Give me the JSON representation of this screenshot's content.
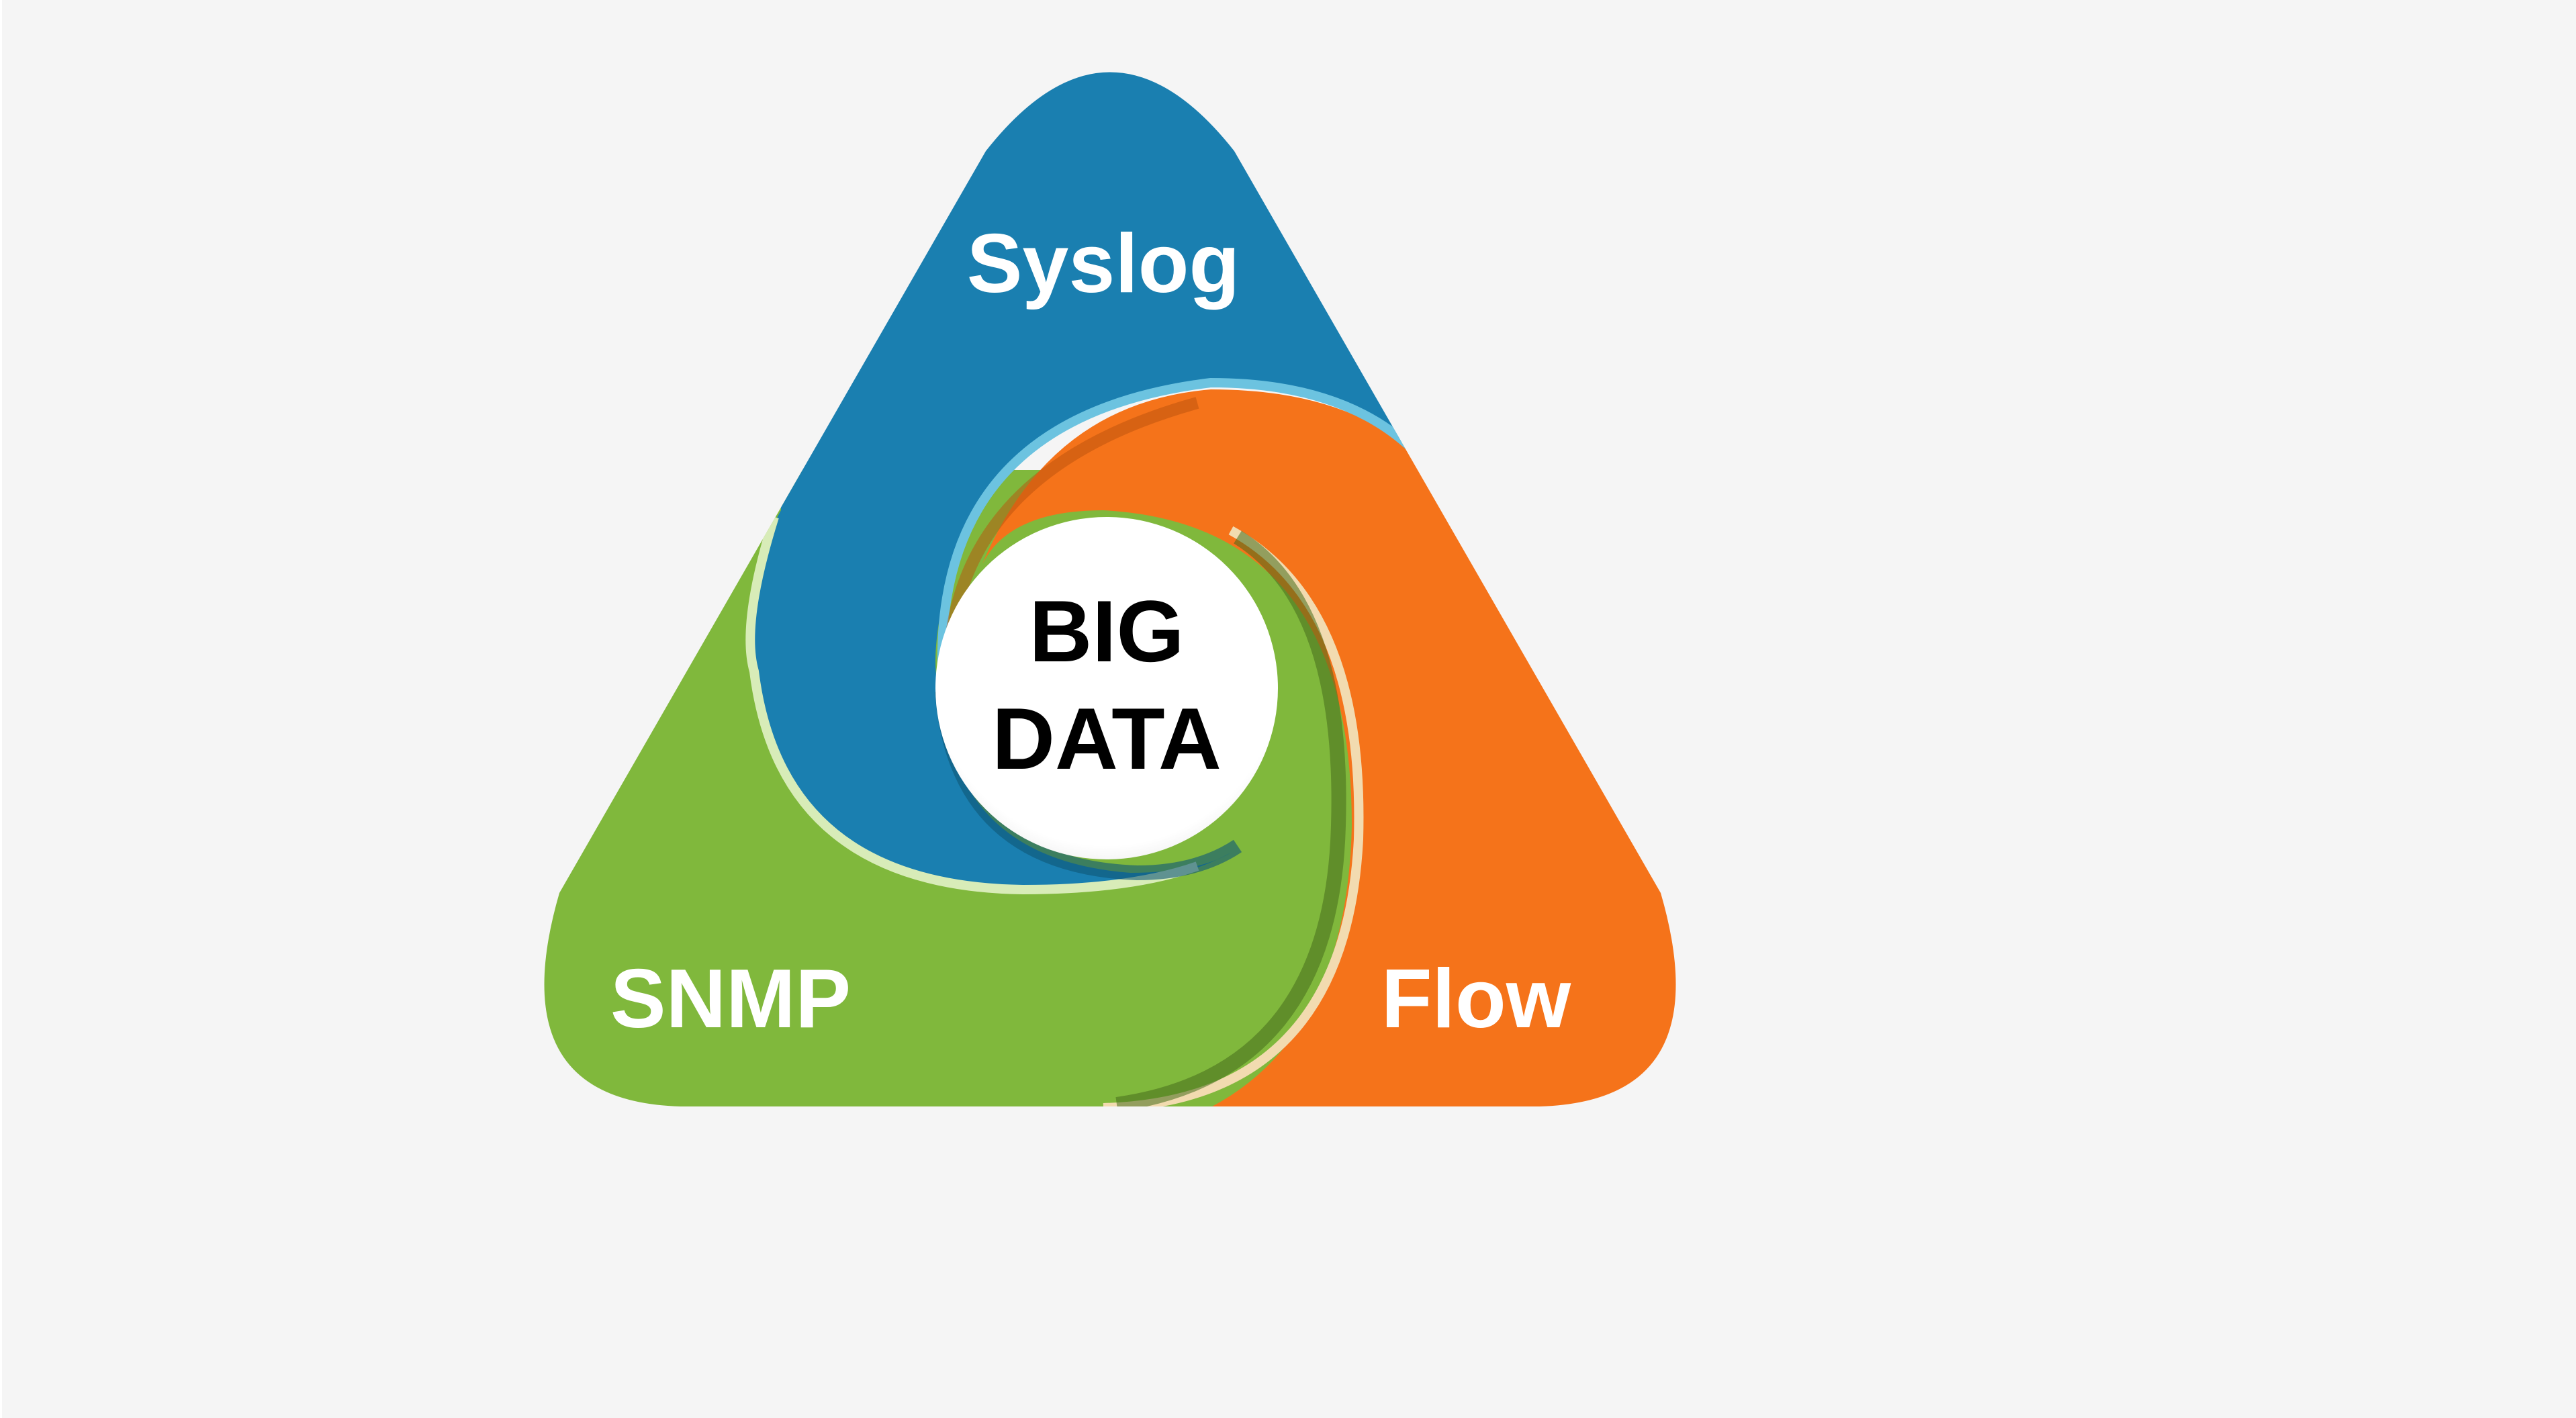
{
  "diagram": {
    "center": {
      "line1": "BIG",
      "line2": "DATA"
    },
    "segments": [
      {
        "id": "top",
        "label": "Syslog",
        "color": "#1a7fb0"
      },
      {
        "id": "right",
        "label": "Flow",
        "color": "#f5731a"
      },
      {
        "id": "left",
        "label": "SNMP",
        "color": "#80b83c"
      }
    ],
    "background_color": "#f5f5f5"
  }
}
